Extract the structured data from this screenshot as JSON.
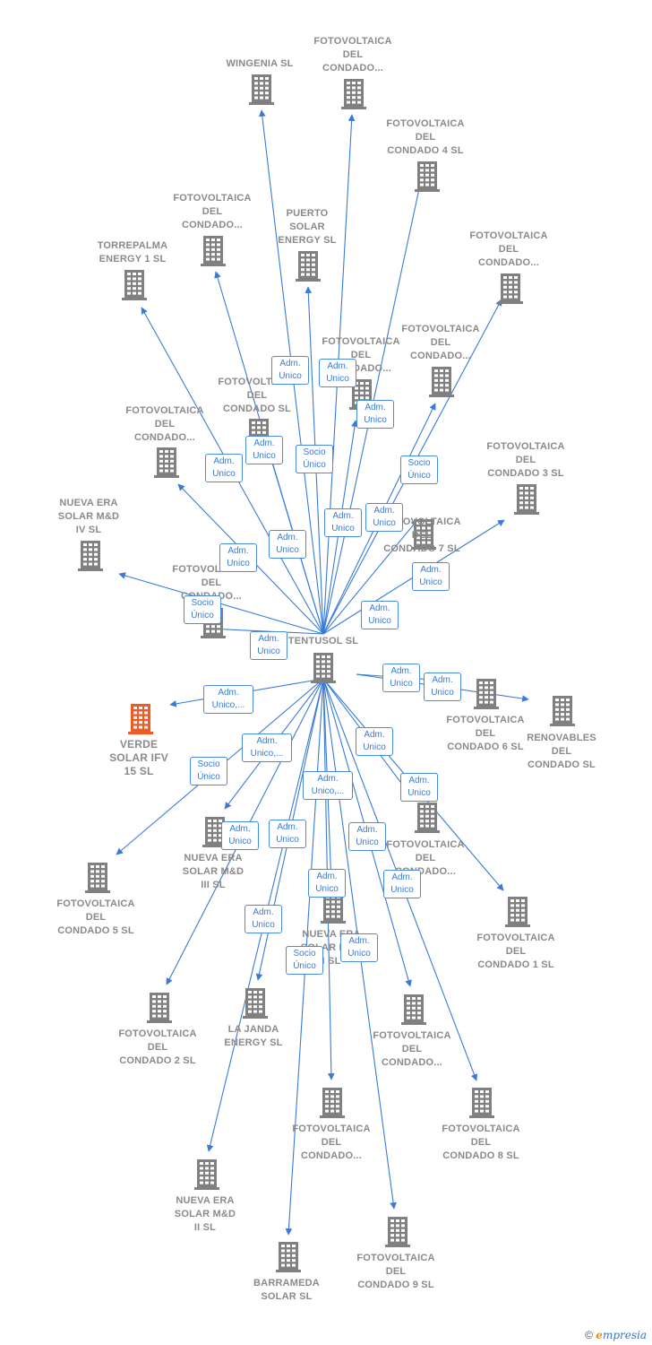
{
  "colors": {
    "edge": "#3a7bd5",
    "node": "#808080",
    "focus_node": "#f15a24",
    "label": "#8a8a8a"
  },
  "center": {
    "name": "TENTUSOL SL"
  },
  "nodes": [
    {
      "id": "wingenia",
      "name": "WINGENIA SL"
    },
    {
      "id": "fv_condado_top",
      "name": "FOTOVOLTAICA\nDEL\nCONDADO..."
    },
    {
      "id": "fv_condado_4",
      "name": "FOTOVOLTAICA\nDEL\nCONDADO 4 SL"
    },
    {
      "id": "fv_condado_a",
      "name": "FOTOVOLTAICA\nDEL\nCONDADO..."
    },
    {
      "id": "puerto_solar",
      "name": "PUERTO\nSOLAR\nENERGY  SL"
    },
    {
      "id": "torrepalma",
      "name": "TORREPALMA\nENERGY 1  SL"
    },
    {
      "id": "fv_condado_right",
      "name": "FOTOVOLTAICA\nDEL\nCONDADO..."
    },
    {
      "id": "fv_condado_mid",
      "name": "FOTOVOLTAICA\nDEL\nCONDADO..."
    },
    {
      "id": "fv_condado_b",
      "name": "FOTOVOLTAICA\nDEL\nCONDADO..."
    },
    {
      "id": "fv_condado_sl",
      "name": "FOTOVOLTAICA\nDEL\nCONDADO SL"
    },
    {
      "id": "fv_condado_left",
      "name": "FOTOVOLTAICA\nDEL\nCONDADO..."
    },
    {
      "id": "fv_condado_3",
      "name": "FOTOVOLTAICA\nDEL\nCONDADO 3 SL"
    },
    {
      "id": "nueva_era_iv",
      "name": "NUEVA ERA\nSOLAR M&D\nIV  SL"
    },
    {
      "id": "fv_condado_7",
      "name": "FOTOVOLTAICA\nDEL\nCONDADO 7 SL"
    },
    {
      "id": "fv_condado_near",
      "name": "FOTOVOLTAICA\nDEL\nCONDADO..."
    },
    {
      "id": "verde_solar",
      "name": "VERDE\nSOLAR IFV\n15  SL"
    },
    {
      "id": "fv_condado_6",
      "name": "FOTOVOLTAICA\nDEL\nCONDADO 6 SL"
    },
    {
      "id": "renovables_condado",
      "name": "RENOVABLES\nDEL\nCONDADO SL"
    },
    {
      "id": "fv_condado_5",
      "name": "FOTOVOLTAICA\nDEL\nCONDADO 5 SL"
    },
    {
      "id": "nueva_era_iii",
      "name": "NUEVA ERA\nSOLAR M&D\nIII  SL"
    },
    {
      "id": "fv_condado_c",
      "name": "FOTOVOLTAICA\nDEL\nCONDADO..."
    },
    {
      "id": "nueva_era_i",
      "name": "NUEVA ERA\nSOLAR M&D\nI  SL"
    },
    {
      "id": "fv_condado_1",
      "name": "FOTOVOLTAICA\nDEL\nCONDADO 1 SL"
    },
    {
      "id": "fv_condado_2",
      "name": "FOTOVOLTAICA\nDEL\nCONDADO 2 SL"
    },
    {
      "id": "la_janda",
      "name": "LA JANDA\nENERGY  SL"
    },
    {
      "id": "fv_condado_d",
      "name": "FOTOVOLTAICA\nDEL\nCONDADO..."
    },
    {
      "id": "fv_condado_e",
      "name": "FOTOVOLTAICA\nDEL\nCONDADO..."
    },
    {
      "id": "fv_condado_8",
      "name": "FOTOVOLTAICA\nDEL\nCONDADO 8 SL"
    },
    {
      "id": "nueva_era_ii",
      "name": "NUEVA ERA\nSOLAR M&D\nII  SL"
    },
    {
      "id": "barrameda",
      "name": "BARRAMEDA\nSOLAR  SL"
    },
    {
      "id": "fv_condado_9",
      "name": "FOTOVOLTAICA\nDEL\nCONDADO 9 SL"
    }
  ],
  "edge_labels": [
    "Adm.\nUnico",
    "Adm.\nUnico",
    "Adm.\nUnico",
    "Socio\nÚnico",
    "Adm.\nUnico",
    "Adm.\nUnico",
    "Socio\nÚnico",
    "Adm.\nUnico",
    "Adm.\nUnico",
    "Adm.\nUnico",
    "Adm.\nUnico",
    "Adm.\nUnico",
    "Adm.\nUnico",
    "Socio\nÚnico",
    "Adm.\nUnico",
    "Adm.\nUnico",
    "Adm.\nUnico",
    "Adm.\nUnico",
    "Socio\nÚnico",
    "Adm.\nUnico,...",
    "Adm.\nUnico,...",
    "Adm.\nUnico",
    "Adm.\nUnico",
    "Adm.\nUnico,...",
    "Adm.\nUnico",
    "Adm.\nUnico",
    "Adm.\nUnico",
    "Adm.\nUnico",
    "Adm.\nUnico",
    "Adm.\nUnico",
    "Socio\nÚnico",
    "Socio\nÚnico",
    "Adm.\nUnico"
  ],
  "footer": {
    "copyright": "©",
    "brand_initial": "e",
    "brand_rest": "mpresia"
  }
}
